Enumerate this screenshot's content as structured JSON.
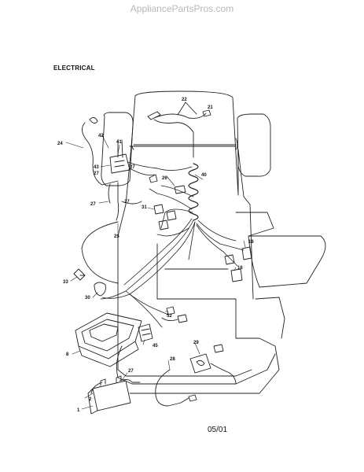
{
  "watermark": "AppliancePartsPros.com",
  "title": "ELECTRICAL",
  "date_code": "05/01",
  "callouts": {
    "c22": "22",
    "c21": "21",
    "c24": "24",
    "c42": "42",
    "c41": "41",
    "c43": "43",
    "c27a": "27",
    "c27b": "27",
    "c27c": "27",
    "c27d": "27",
    "c27e": "27",
    "c40": "40",
    "c26": "26",
    "c31": "31",
    "c25": "25",
    "c33": "33",
    "c16a": "16",
    "c16b": "16",
    "c30": "30",
    "c52": "52",
    "c45": "45",
    "c8": "8",
    "c29": "29",
    "c28": "28",
    "c2": "2",
    "c1": "1"
  }
}
